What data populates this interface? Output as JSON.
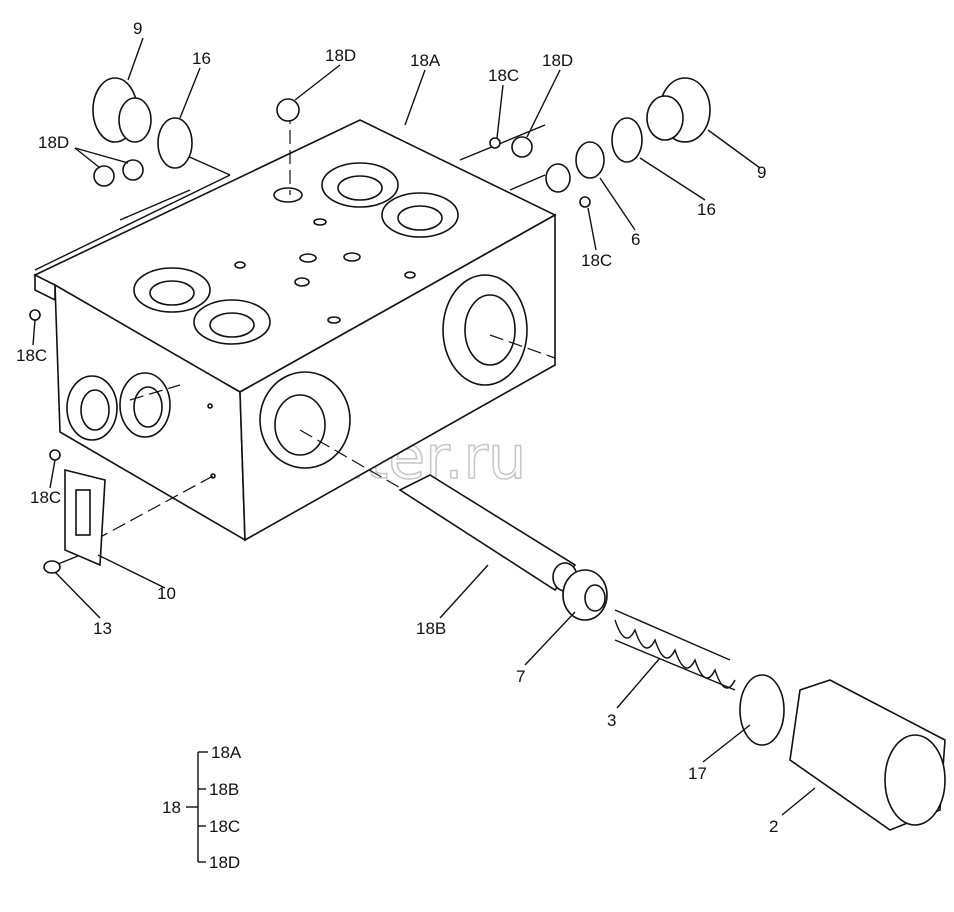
{
  "watermark": "autopiter.ru",
  "callouts": {
    "c9a": "9",
    "c16a": "16",
    "c18d_top": "18D",
    "c18a": "18A",
    "c18c_top": "18C",
    "c18d_right": "18D",
    "c9b": "9",
    "c16b": "16",
    "c6": "6",
    "c18c_right": "18C",
    "c18d_left": "18D",
    "c18c_left": "18C",
    "c18c_lower": "18C",
    "c10": "10",
    "c13": "13",
    "c18b": "18B",
    "c7": "7",
    "c3": "3",
    "c17": "17",
    "c2": "2"
  },
  "legend": {
    "group": "18",
    "items": [
      "18A",
      "18B",
      "18C",
      "18D"
    ]
  }
}
